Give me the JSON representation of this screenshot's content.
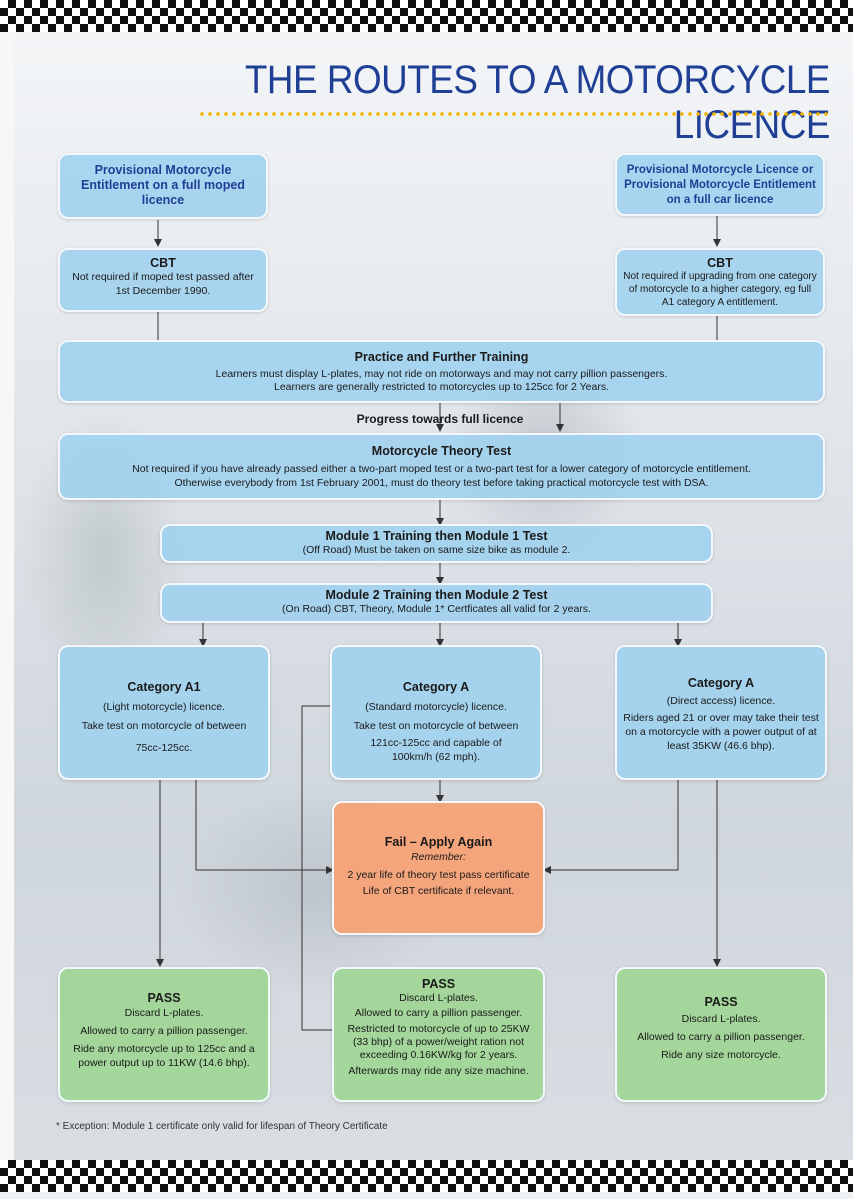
{
  "title": "THE ROUTES TO A MOTORCYCLE LICENCE",
  "boxes": {
    "prov_moped": "Provisional Motorcycle Entitlement on a full moped licence",
    "prov_car": "Provisional Motorcycle Licence or Provisional Motorcycle Entitlement on a full car licence",
    "cbt_left": {
      "heading": "CBT",
      "text": "Not required if moped test passed after 1st December 1990."
    },
    "cbt_right": {
      "heading": "CBT",
      "text": "Not required if upgrading from one category of motorcycle to a higher category, eg full A1 category A entitlement."
    },
    "practice": {
      "heading": "Practice and Further Training",
      "line1": "Learners must display L-plates, may not ride on motorways and may not carry pillion passengers.",
      "line2": "Learners are generally restricted to motorcycles up to 125cc for 2 Years."
    },
    "progress": "Progress towards full licence",
    "theory": {
      "heading": "Motorcycle Theory Test",
      "line1": "Not required if you have already passed either a two-part moped test or a two-part test for a lower category of motorcycle entitlement.",
      "line2": "Otherwise everybody from 1st February 2001, must do theory test before taking practical motorcycle test with DSA."
    },
    "module1": {
      "heading": "Module 1 Training then Module 1 Test",
      "text": "(Off Road) Must be taken on same size bike as module 2."
    },
    "module2": {
      "heading": "Module 2 Training then Module 2 Test",
      "text": "(On Road) CBT, Theory, Module 1* Certficates all valid for 2 years."
    },
    "cat_a1": {
      "heading": "Category A1",
      "line1": "(Light motorcycle) licence.",
      "line2": "Take test on motorcycle of between",
      "line3": "75cc-125cc."
    },
    "cat_a_std": {
      "heading": "Category A",
      "line1": "(Standard motorcycle) licence.",
      "line2": "Take test on motorcycle of between",
      "line3": "121cc-125cc and capable of 100km/h (62 mph)."
    },
    "cat_a_direct": {
      "heading": "Category A",
      "line1": "(Direct access) licence.",
      "line2": "Riders aged 21 or over may take their test on a motorcycle with a power output of at least 35KW (46.6 bhp)."
    },
    "fail": {
      "heading": "Fail – Apply Again",
      "remember": "Remember:",
      "line1": "2 year life of theory test pass certificate",
      "line2": "Life of CBT certificate if relevant."
    },
    "pass_a1": {
      "heading": "PASS",
      "line1": "Discard L-plates.",
      "line2": "Allowed to carry a pillion passenger.",
      "line3": "Ride any motorcycle up to 125cc and a power output up to 11KW (14.6 bhp)."
    },
    "pass_a_std": {
      "heading": "PASS",
      "line1": "Discard L-plates.",
      "line2": "Allowed to carry a pillion passenger.",
      "line3": "Restricted to motorcycle of up to 25KW (33 bhp) of a power/weight ration not exceeding 0.16KW/kg for 2 years.",
      "line4": "Afterwards may ride any size machine."
    },
    "pass_a_direct": {
      "heading": "PASS",
      "line1": "Discard L-plates.",
      "line2": "Allowed to carry a pillion passenger.",
      "line3": "Ride any size motorcycle."
    }
  },
  "footnote": "* Exception: Module 1 certificate only valid for lifespan of Theory Certificate",
  "colors": {
    "title": "#1f3f95",
    "dots": "#f2b400",
    "blue_box": "#9ed0ee",
    "fail_box": "#f4a57c",
    "pass_box": "#a0d696"
  }
}
